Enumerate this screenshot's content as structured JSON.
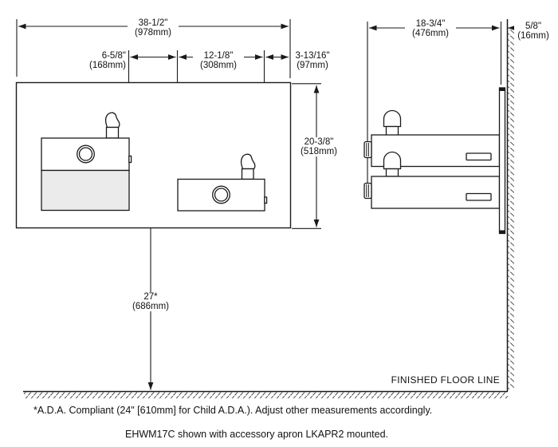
{
  "drawing": {
    "front_view": {
      "overall_width": {
        "inches": "38-1/2\"",
        "mm": "(978mm)"
      },
      "unit_gap": {
        "inches": "6-5/8\"",
        "mm": "(168mm)"
      },
      "child_unit_width": {
        "inches": "12-1/8\"",
        "mm": "(308mm)"
      },
      "right_offset": {
        "inches": "3-13/16\"",
        "mm": "(97mm)"
      },
      "panel_height": {
        "inches": "20-3/8\"",
        "mm": "(518mm)"
      },
      "rim_height": {
        "inches": "27*",
        "mm": "(686mm)"
      }
    },
    "side_view": {
      "depth": {
        "inches": "18-3/4\"",
        "mm": "(476mm)"
      },
      "wall_thickness": {
        "inches": "5/8\"",
        "mm": "(16mm)"
      }
    },
    "floor_label": "FINISHED FLOOR LINE"
  },
  "notes": {
    "ada": "*A.D.A. Compliant (24\" [610mm] for Child A.D.A.). Adjust other measurements accordingly.",
    "model": "EHWM17C shown with accessory apron LKAPR2 mounted."
  },
  "colors": {
    "line": "#1a1a1a",
    "apron_fill": "#ebebeb",
    "background": "#ffffff"
  }
}
